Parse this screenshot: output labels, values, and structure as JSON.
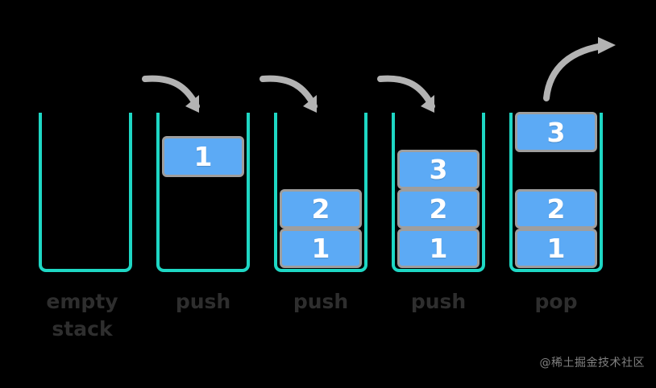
{
  "diagram": {
    "title": "Stack push and pop operations",
    "background_color": "#000000",
    "colors": {
      "container_border": "#1ed7c4",
      "container_inner_border": "#9e9e9e",
      "block_fill": "#5caaf5",
      "block_border": "#9e9e9e",
      "block_text": "#ffffff",
      "caption_text": "#2e2e2e",
      "arrow": "#b3b3b3",
      "watermark": "#8c8c8c"
    },
    "stacks": [
      {
        "id": "stack-empty",
        "caption": "empty\nstack",
        "arrow": null,
        "blocks": [],
        "floating_block": null
      },
      {
        "id": "stack-push-1",
        "caption": "push",
        "arrow": "push-arrow-down",
        "blocks": [],
        "floating_block": {
          "label": "1",
          "position": "entering-top"
        }
      },
      {
        "id": "stack-push-2",
        "caption": "push",
        "arrow": "push-arrow-down",
        "blocks": [
          {
            "label": "2"
          },
          {
            "label": "1"
          }
        ],
        "floating_block": null
      },
      {
        "id": "stack-push-3",
        "caption": "push",
        "arrow": "push-arrow-down",
        "blocks": [
          {
            "label": "3"
          },
          {
            "label": "2"
          },
          {
            "label": "1"
          }
        ],
        "floating_block": null
      },
      {
        "id": "stack-pop",
        "caption": "pop",
        "arrow": "pop-arrow-up",
        "blocks": [
          {
            "label": "2"
          },
          {
            "label": "1"
          }
        ],
        "floating_block": {
          "label": "3",
          "position": "leaving-top"
        }
      }
    ],
    "watermark": "@稀土掘金技术社区"
  }
}
